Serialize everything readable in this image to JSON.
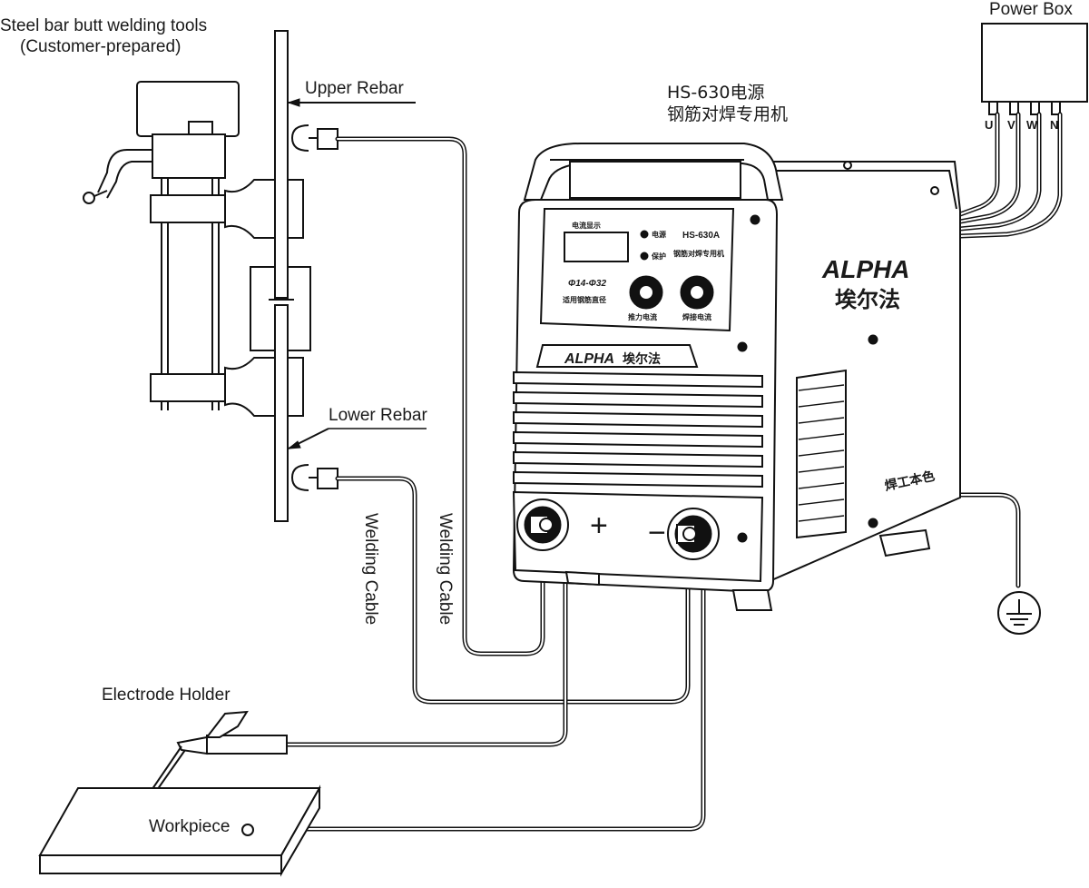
{
  "labels": {
    "tools_line1": "Steel bar butt welding tools",
    "tools_line2": "(Customer-prepared)",
    "upper_rebar": "Upper Rebar",
    "lower_rebar": "Lower Rebar",
    "welding_cable": "Welding Cable",
    "electrode_holder": "Electrode Holder",
    "workpiece": "Workpiece",
    "power_box": "Power Box",
    "machine_title_1": "HS-630电源",
    "machine_title_2": "钢筋对焊专用机"
  },
  "phases": [
    "U",
    "V",
    "W",
    "N"
  ],
  "panel": {
    "display_label": "电流显示",
    "power_led": "电源",
    "protect_led": "保护",
    "model": "HS-630A",
    "model_desc": "钢筋对焊专用机",
    "diameter_range": "Φ14-Φ32",
    "diameter_desc": "适用钢筋直径",
    "knob1_label": "推力电流",
    "knob2_label": "焊接电流"
  },
  "branding": {
    "logo": "ALPHA",
    "logo_cn": "埃尔法",
    "front_logo": "ALPHA",
    "front_logo_cn": "埃尔法",
    "side_slogan": "焊工本色"
  },
  "terminals": {
    "positive": "+",
    "negative": "−"
  }
}
